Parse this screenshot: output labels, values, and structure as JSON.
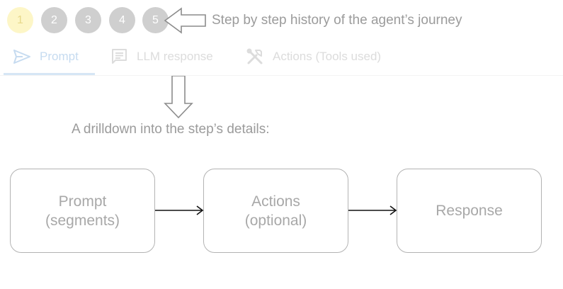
{
  "steps": [
    "1",
    "2",
    "3",
    "4",
    "5"
  ],
  "active_step": "1",
  "annotations": {
    "history": "Step by step history of the agent’s journey",
    "drilldown": "A drilldown into the step’s details:"
  },
  "tabs": [
    {
      "label": "Prompt",
      "icon": "send-icon",
      "active": true
    },
    {
      "label": "LLM response",
      "icon": "message-icon",
      "active": false
    },
    {
      "label": "Actions (Tools used)",
      "icon": "tools-icon",
      "active": false
    }
  ],
  "flow": {
    "prompt": {
      "line1": "Prompt",
      "line2": "(segments)"
    },
    "actions": {
      "line1": "Actions",
      "line2": "(optional)"
    },
    "response": {
      "line1": "Response"
    }
  },
  "colors": {
    "active_step_bg": "#fdf6c7",
    "inactive_step_bg": "#cfcfcf",
    "active_tab": "#c6dbf0",
    "inactive_tab": "#dcdcdc",
    "box_border": "#b3b3b3",
    "text_gray": "#9b9b9b"
  }
}
